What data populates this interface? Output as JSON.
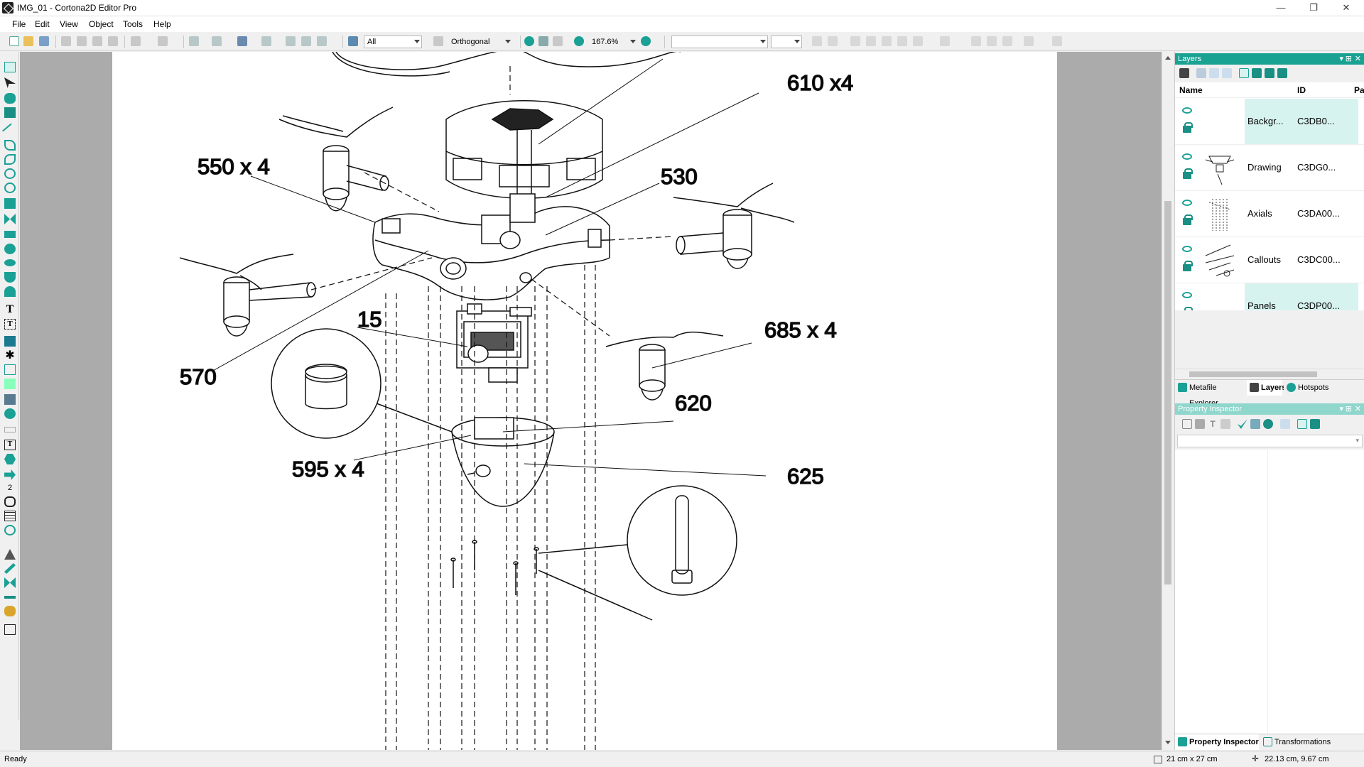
{
  "window": {
    "title": "IMG_01 - Cortona2D Editor Pro",
    "minimize": "—",
    "restore": "❐",
    "close": "✕"
  },
  "menu": {
    "file": "File",
    "edit": "Edit",
    "view": "View",
    "object": "Object",
    "tools": "Tools",
    "help": "Help"
  },
  "toolbar": {
    "filter_value": "All",
    "projection_value": "Orthogonal",
    "zoom_value": "167.6%",
    "font_value": "",
    "size_value": ""
  },
  "drawing": {
    "callouts": [
      "610 x4",
      "550 x 4",
      "530",
      "685 x 4",
      "15",
      "570",
      "620",
      "595 x 4",
      "625"
    ]
  },
  "layers_panel": {
    "title": "Layers",
    "col_name": "Name",
    "col_id": "ID",
    "col_extra": "Pa",
    "rows": [
      {
        "name": "Backgr...",
        "id": "C3DB0...",
        "selected": true
      },
      {
        "name": "Drawing",
        "id": "C3DG0...",
        "selected": false
      },
      {
        "name": "Axials",
        "id": "C3DA00...",
        "selected": false
      },
      {
        "name": "Callouts",
        "id": "C3DC00...",
        "selected": false
      },
      {
        "name": "Panels",
        "id": "C3DP00...",
        "selected": true
      }
    ],
    "tabs": [
      "Metafile Explorer",
      "Layers",
      "Hotspots"
    ]
  },
  "property_panel": {
    "title": "Property Inspector",
    "tabs": [
      "Property Inspector",
      "Transformations"
    ]
  },
  "status": {
    "text": "Ready",
    "page_size": "21 cm x 27 cm",
    "cursor_pos": "22.13 cm, 9.67 cm"
  },
  "colors": {
    "accent": "#1aa095",
    "panel_header": "#19a192"
  }
}
